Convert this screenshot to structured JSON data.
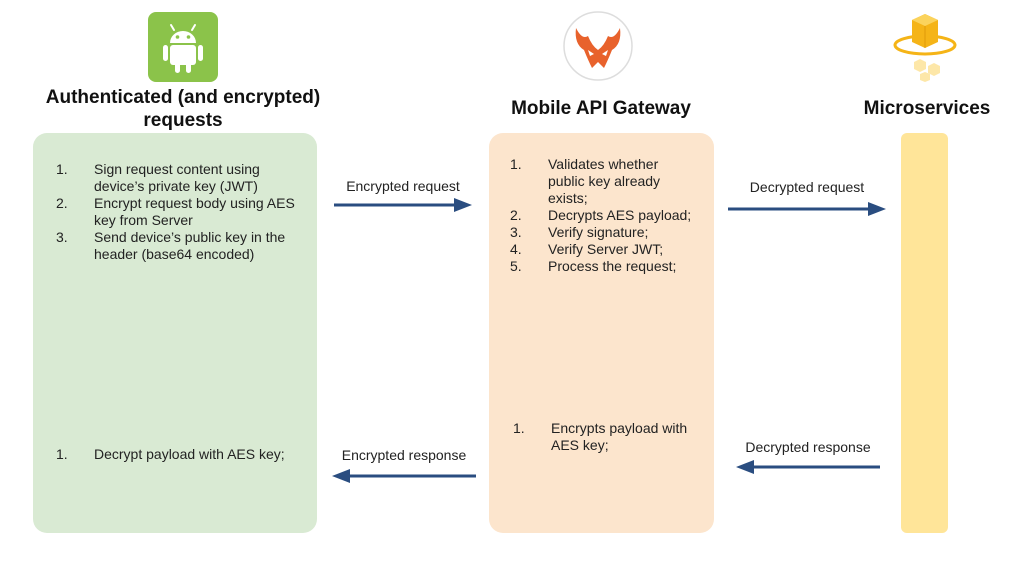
{
  "colors": {
    "client_panel": "#d9ead3",
    "gateway_panel": "#fce5cd",
    "services_panel": "#ffe599",
    "arrow": "#2a4d80",
    "android": "#8bc34a",
    "gateway_logo": "#e8622c",
    "services_logo": "#f5b417"
  },
  "icons": {
    "client": "android-icon",
    "gateway": "gateway-logo-icon",
    "services": "cube-icon"
  },
  "client": {
    "title": "Authenticated (and encrypted) requests",
    "request_steps": [
      {
        "num": "1.",
        "text": "Sign request content using device’s private key (JWT)"
      },
      {
        "num": "2.",
        "text": "Encrypt request body using AES key from Server"
      },
      {
        "num": "3.",
        "text": "Send device’s public key in the header (base64 encoded)"
      }
    ],
    "response_steps": [
      {
        "num": "1.",
        "text": "Decrypt payload with AES key;"
      }
    ]
  },
  "gateway": {
    "title": "Mobile API Gateway",
    "request_steps": [
      {
        "num": "1.",
        "text": "Validates whether public key already exists;"
      },
      {
        "num": "2.",
        "text": "Decrypts AES payload;"
      },
      {
        "num": "3.",
        "text": "Verify signature;"
      },
      {
        "num": "4.",
        "text": "Verify Server JWT;"
      },
      {
        "num": "5.",
        "text": "Process the request;"
      }
    ],
    "response_steps": [
      {
        "num": "1.",
        "text": "Encrypts payload with AES key;"
      }
    ]
  },
  "services": {
    "title": "Microservices"
  },
  "arrows": {
    "encrypted_request": "Encrypted request",
    "decrypted_request": "Decrypted request",
    "encrypted_response": "Encrypted response",
    "decrypted_response": "Decrypted response"
  }
}
